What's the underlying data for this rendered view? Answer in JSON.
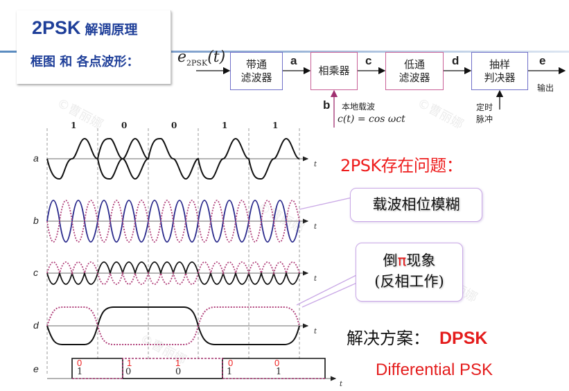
{
  "header": {
    "title_main": "2PSK",
    "title_sub": "解调原理",
    "subtitle": "框图 和 各点波形："
  },
  "block_diagram": {
    "input_signal": "e2PSK(t)",
    "input_signal_base": "e",
    "input_signal_sub": "2PSK",
    "input_signal_arg": "(t)",
    "blocks": [
      {
        "id": "bpf",
        "line1": "带通",
        "line2": "滤波器"
      },
      {
        "id": "multiplier",
        "line1": "相乘器",
        "line2": ""
      },
      {
        "id": "lpf",
        "line1": "低通",
        "line2": "滤波器"
      },
      {
        "id": "sampler",
        "line1": "抽样",
        "line2": "判决器"
      }
    ],
    "signal_labels": {
      "a": "a",
      "b": "b",
      "c": "c",
      "d": "d",
      "e": "e"
    },
    "carrier_label": "本地载波",
    "carrier_formula": "c(t) = cos ωct",
    "timing_label_line1": "定时",
    "timing_label_line2": "脉冲",
    "output_label": "输出"
  },
  "waveforms": {
    "bits": [
      "1",
      "0",
      "0",
      "1",
      "1"
    ],
    "rows": [
      {
        "label": "a",
        "axis": "t"
      },
      {
        "label": "b",
        "axis": "t"
      },
      {
        "label": "c",
        "axis": "t"
      },
      {
        "label": "d",
        "axis": "t"
      },
      {
        "label": "e",
        "axis": "t"
      }
    ],
    "e_row_black_bits": [
      "1",
      "0",
      "0",
      "1",
      "1"
    ],
    "e_row_red_bits": [
      "0",
      "1",
      "1",
      "0",
      "0"
    ],
    "colors": {
      "solid": "#111111",
      "carrier_blue": "#2a2a8c",
      "dotted_alt": "#b0407a",
      "axis": "#888888",
      "gridline": "#999999"
    }
  },
  "annotations": {
    "problem_title": "2PSK存在问题：",
    "callout1": "载波相位模糊",
    "callout2_line1_pre": "倒",
    "callout2_line1_pi": "π",
    "callout2_line1_post": "现象",
    "callout2_line2": "(反相工作)",
    "solution_label": "解决方案：",
    "solution_value": "DPSK",
    "solution_full": "Differential PSK"
  },
  "watermark": "©曹丽娜"
}
